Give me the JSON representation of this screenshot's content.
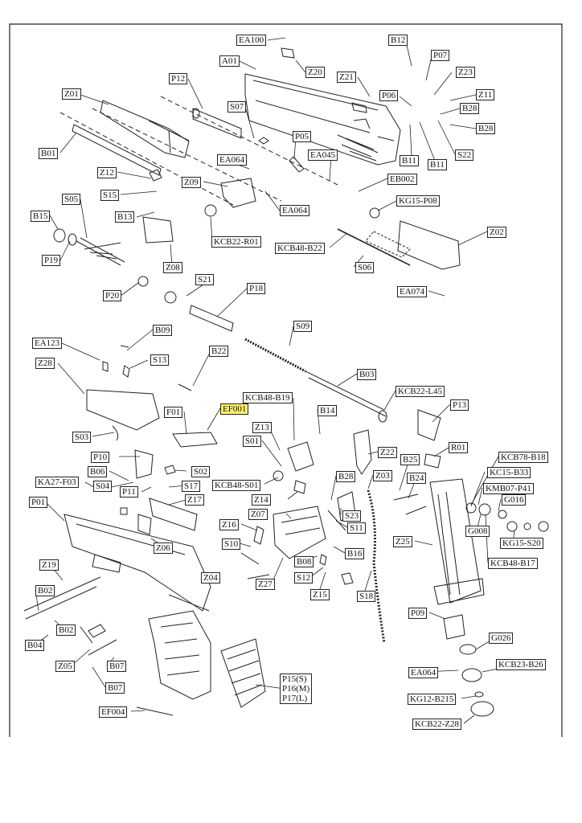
{
  "colors": {
    "paper": "#ffffff",
    "ink": "#222222",
    "highlight": "#fff36a"
  },
  "labels": {
    "EA100": "EA100",
    "A01": "A01",
    "Z20": "Z20",
    "B12": "B12",
    "P07": "P07",
    "Z23": "Z23",
    "Z21": "Z21",
    "P12": "P12",
    "Z01": "Z01",
    "P06": "P06",
    "Z11": "Z11",
    "B28a": "B28",
    "S07": "S07",
    "B28b": "B28",
    "P05": "P05",
    "S22": "S22",
    "B11a": "B11",
    "B11b": "B11",
    "B01": "B01",
    "EA064a": "EA064",
    "EA045": "EA045",
    "EB002": "EB002",
    "Z12": "Z12",
    "Z09": "Z09",
    "S15": "S15",
    "EA064b": "EA064",
    "KG15_P08": "KG15-P08",
    "B13": "B13",
    "S05": "S05",
    "B15": "B15",
    "Z02": "Z02",
    "KCB22_R01": "KCB22-R01",
    "KCB48_B22": "KCB48-B22",
    "P19": "P19",
    "S06": "S06",
    "Z08": "Z08",
    "S21": "S21",
    "P18": "P18",
    "P20": "P20",
    "EA074": "EA074",
    "B09": "B09",
    "S09": "S09",
    "EA123": "EA123",
    "S13": "S13",
    "B22": "B22",
    "Z28": "Z28",
    "B03": "B03",
    "KCB48_B19": "KCB48-B19",
    "KCB22_L45": "KCB22-L45",
    "EF001": "EF001",
    "F01": "F01",
    "B14": "B14",
    "P13": "P13",
    "Z13": "Z13",
    "S03": "S03",
    "S01": "S01",
    "Z22": "Z22",
    "R01": "R01",
    "KCB78_B18": "KCB78-B18",
    "P10": "P10",
    "B25": "B25",
    "B06": "B06",
    "S02": "S02",
    "KCB48_S01": "KCB48-S01",
    "B28c": "B28",
    "Z03": "Z03",
    "KC15_B33": "KC15-B33",
    "KA27_F03": "KA27-F03",
    "S04": "S04",
    "S17": "S17",
    "B24": "B24",
    "KMB07_P41": "KMB07-P41",
    "P11": "P11",
    "Z14": "Z14",
    "Z17": "Z17",
    "G016": "G016",
    "P01": "P01",
    "S23": "S23",
    "Z07": "Z07",
    "S11": "S11",
    "G008": "G008",
    "Z16": "Z16",
    "Z25": "Z25",
    "KG15_S20": "KG15-S20",
    "Z06": "Z06",
    "S10": "S10",
    "B16": "B16",
    "KCB48_B17": "KCB48-B17",
    "B08": "B08",
    "Z19": "Z19",
    "Z04": "Z04",
    "Z27": "Z27",
    "S12": "S12",
    "Z15": "Z15",
    "S18": "S18",
    "B02a": "B02",
    "P09": "P09",
    "B02b": "B02",
    "G026": "G026",
    "B04": "B04",
    "Z05": "Z05",
    "B07a": "B07",
    "EA064c": "EA064",
    "KCB23_B26": "KCB23-B26",
    "P15": "P15(S)\nP16(M)\nP17(L)",
    "B07b": "B07",
    "KG12_B215": "KG12-B215",
    "EF004": "EF004",
    "KCB22_Z28": "KCB22-Z28"
  }
}
